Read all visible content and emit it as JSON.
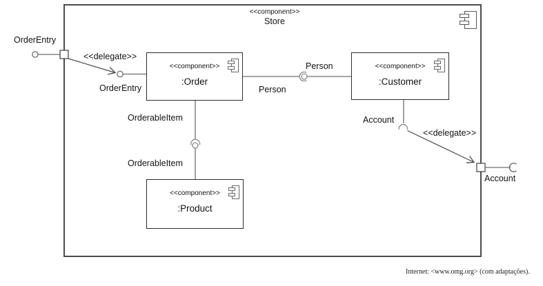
{
  "diagram_type": "uml-component-diagram",
  "outer_component": {
    "stereotype": "<<component>>",
    "name": "Store"
  },
  "components": {
    "order": {
      "stereotype": "<<component>>",
      "name": ":Order"
    },
    "customer": {
      "stereotype": "<<component>>",
      "name": ":Customer"
    },
    "product": {
      "stereotype": "<<component>>",
      "name": ":Product"
    }
  },
  "interfaces": {
    "order_entry_outer": "OrderEntry",
    "order_entry_inner": "OrderEntry",
    "person_upper": "Person",
    "person_lower": "Person",
    "orderable_item_upper": "OrderableItem",
    "orderable_item_lower": "OrderableItem",
    "account_inner": "Account",
    "account_outer": "Account"
  },
  "connectors": {
    "delegate_left": "<<delegate>>",
    "delegate_right": "<<delegate>>"
  },
  "caption": "Internet: <www.omg.org> (com adaptações).",
  "colors": {
    "background": "#ffffff",
    "outer_border": "#4a4a4a",
    "box_border": "#2b2b2b",
    "connector": "#6e6e6e",
    "icon_border": "#666666",
    "text": "#111111"
  }
}
